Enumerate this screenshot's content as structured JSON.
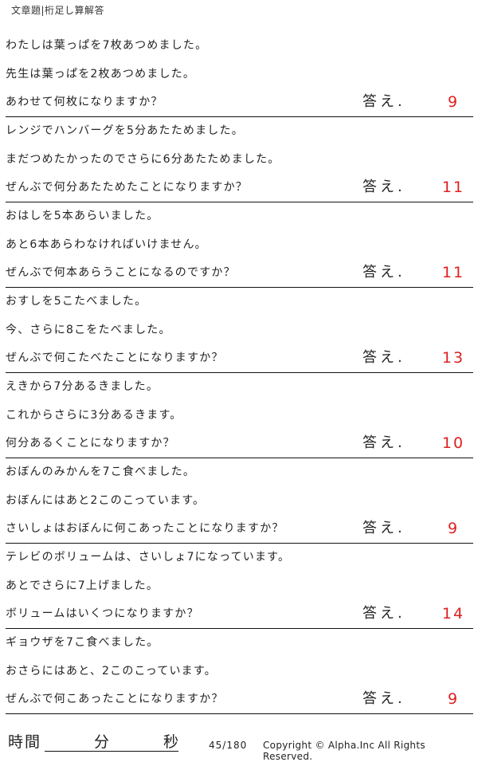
{
  "header": {
    "title": "文章題|桁足し算解答"
  },
  "answer_label": "答え.",
  "problems": [
    {
      "lines": [
        "わたしは葉っぱを7枚あつめました。",
        "先生は葉っぱを2枚あつめました。",
        "あわせて何枚になりますか？"
      ],
      "answer": "9"
    },
    {
      "lines": [
        "レンジでハンバーグを5分あたためました。",
        "まだつめたかったのでさらに6分あたためました。",
        "ぜんぶで何分あたためたことになりますか？"
      ],
      "answer": "11"
    },
    {
      "lines": [
        "おはしを5本あらいました。",
        "あと6本あらわなければいけません。",
        "ぜんぶで何本あらうことになるのですか？"
      ],
      "answer": "11"
    },
    {
      "lines": [
        "おすしを5こたべました。",
        "今、さらに8こをたべました。",
        "ぜんぶで何こたべたことになりますか？"
      ],
      "answer": "13"
    },
    {
      "lines": [
        "えきから7分あるきました。",
        "これからさらに3分あるきます。",
        "何分あるくことになりますか？"
      ],
      "answer": "10"
    },
    {
      "lines": [
        "おぼんのみかんを7こ食べました。",
        "おぼんにはあと2このこっています。",
        "さいしょはおぼんに何こあったことになりますか？"
      ],
      "answer": "9"
    },
    {
      "lines": [
        "テレビのボリュームは、さいしょ7になっています。",
        "あとでさらに7上げました。",
        "ボリュームはいくつになりますか？"
      ],
      "answer": "14"
    },
    {
      "lines": [
        "ギョウザを7こ食べました。",
        "おさらにはあと、2このこっています。",
        "ぜんぶで何こあったことになりますか？"
      ],
      "answer": "9"
    }
  ],
  "footer": {
    "time_label": "時間",
    "minutes_label": "分",
    "seconds_label": "秒",
    "page_number": "45/180",
    "copyright": "Copyright © Alpha.Inc All Rights Reserved."
  },
  "colors": {
    "answer": "#e02020",
    "text": "#222222"
  }
}
